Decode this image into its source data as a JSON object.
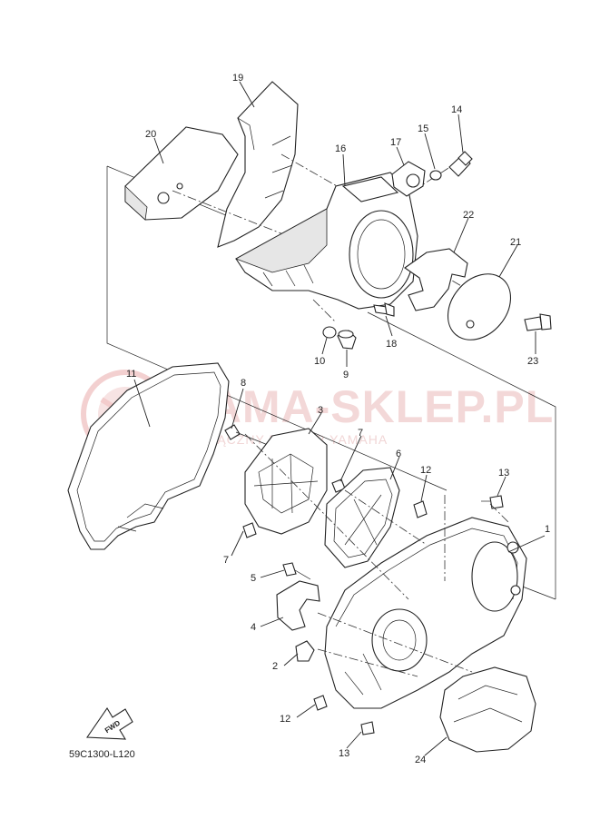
{
  "diagram": {
    "drawing_code": "59C1300-L120",
    "fwd_label": "FWD",
    "watermark": {
      "title": "YAMA-SKLEP.PL",
      "subtitle": "WYŁĄCZNY DEALER YAMAHA"
    },
    "callouts": [
      "1",
      "2",
      "3",
      "4",
      "5",
      "6",
      "7",
      "7",
      "8",
      "9",
      "10",
      "11",
      "12",
      "12",
      "13",
      "13",
      "14",
      "15",
      "16",
      "17",
      "18",
      "19",
      "20",
      "21",
      "22",
      "23",
      "24"
    ]
  },
  "colors": {
    "line": "#222222",
    "watermark": "#f3d8d8"
  }
}
